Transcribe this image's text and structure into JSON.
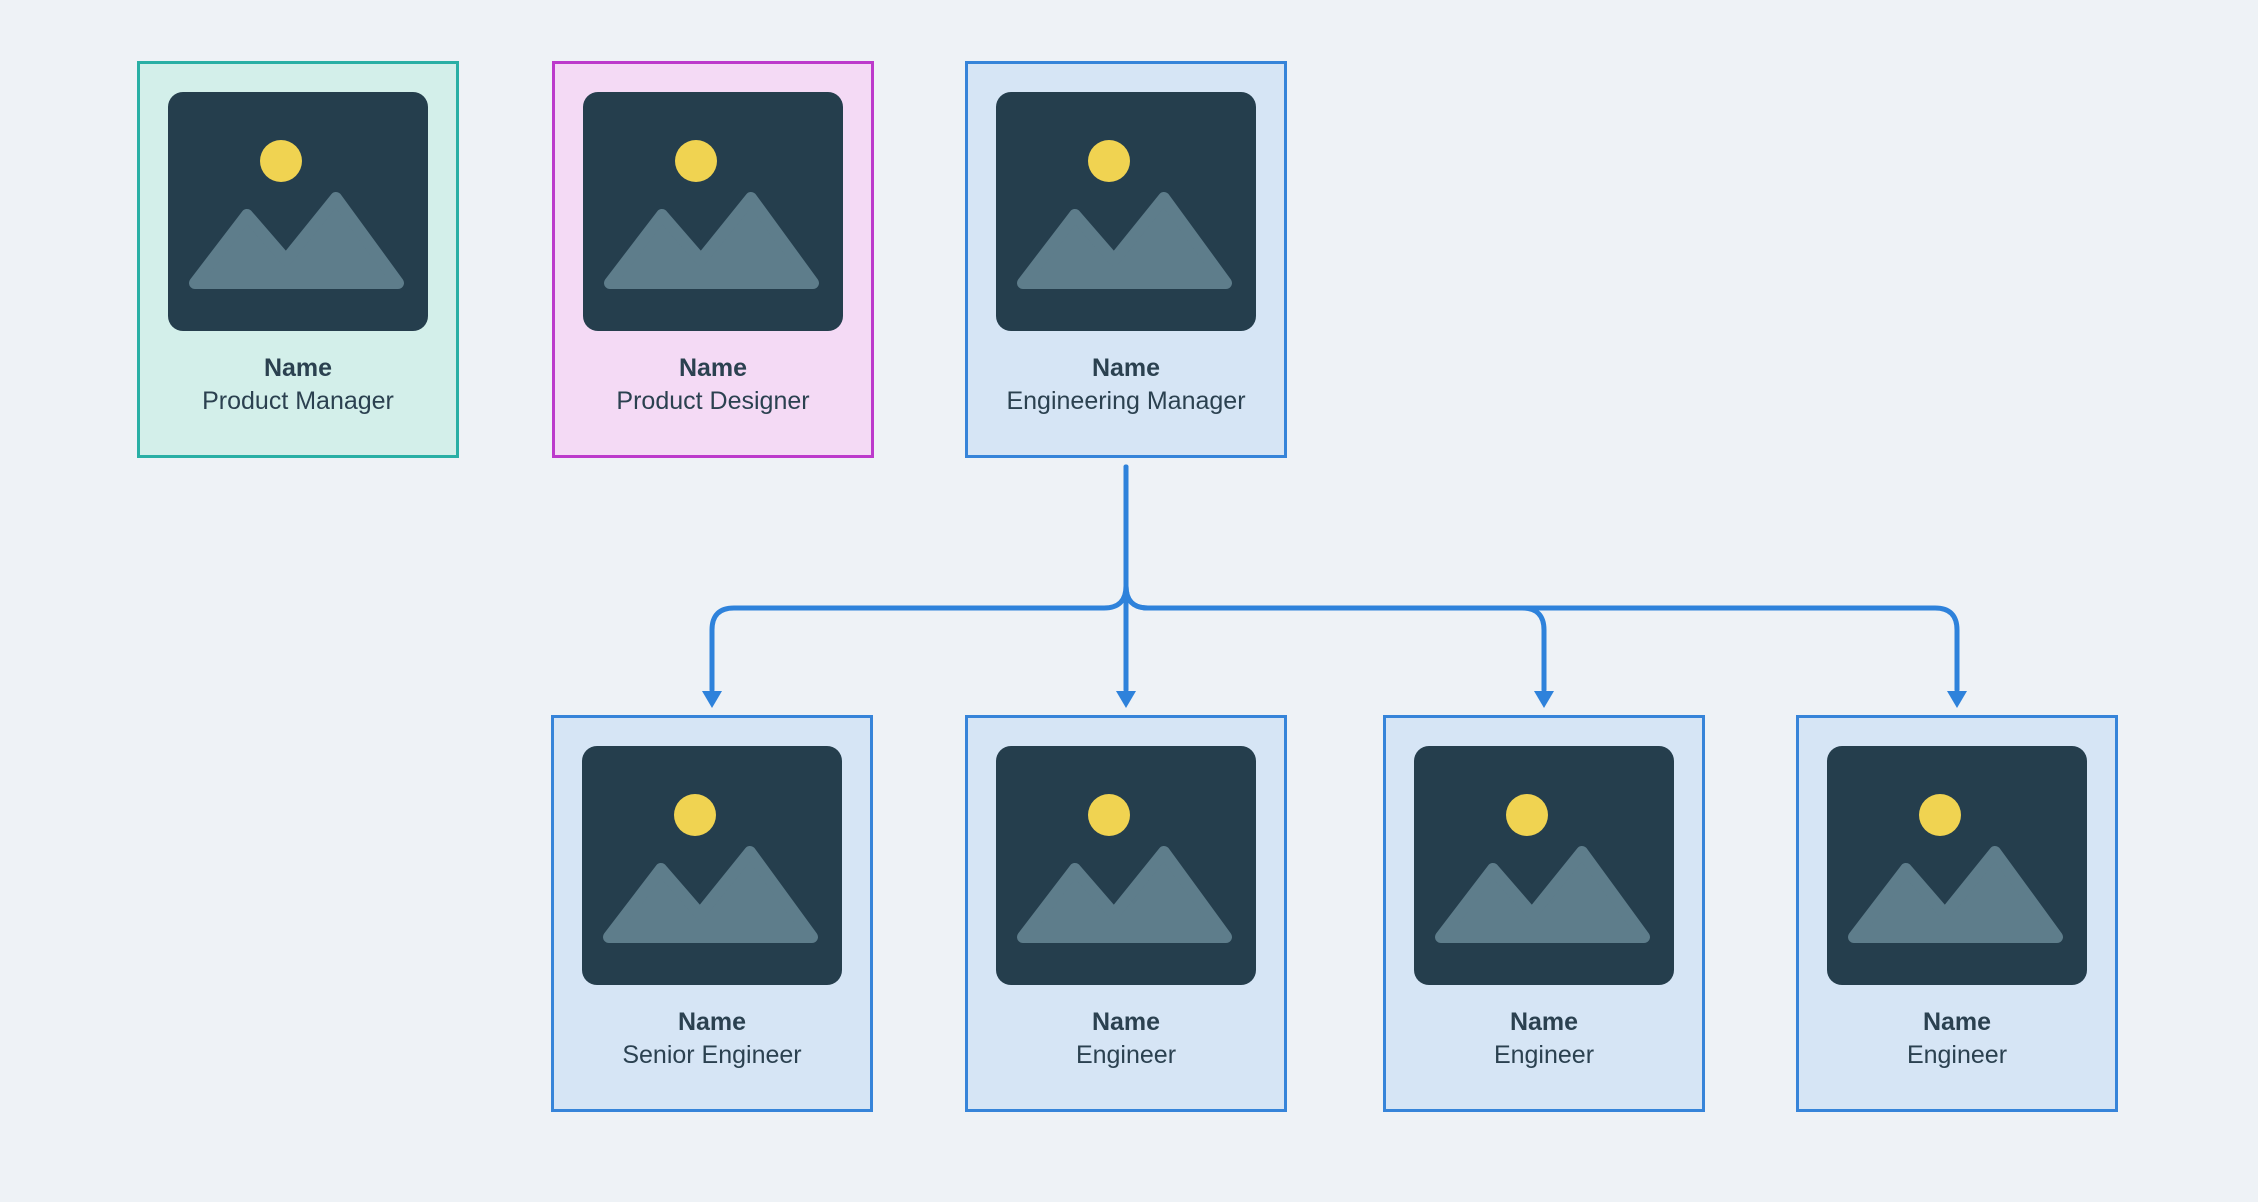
{
  "colors": {
    "canvas-bg": "#EEF2F6",
    "connector": "#2E82DB",
    "teal-border": "#29AFA5",
    "teal-bg": "#D3EFEA",
    "pink-border": "#BC3ACB",
    "pink-bg": "#F4DAF5",
    "blue-border": "#3684D9",
    "blue-bg": "#D6E5F5",
    "photo-bg": "#253E4D",
    "sun": "#F0D351",
    "mountain": "#5E7D8B",
    "text": "#2B4150"
  },
  "cards": [
    {
      "name": "Name",
      "role": "Product Manager",
      "theme": "teal"
    },
    {
      "name": "Name",
      "role": "Product Designer",
      "theme": "pink"
    },
    {
      "name": "Name",
      "role": "Engineering Manager",
      "theme": "blue"
    },
    {
      "name": "Name",
      "role": "Senior Engineer",
      "theme": "blue"
    },
    {
      "name": "Name",
      "role": "Engineer",
      "theme": "blue"
    },
    {
      "name": "Name",
      "role": "Engineer",
      "theme": "blue"
    },
    {
      "name": "Name",
      "role": "Engineer",
      "theme": "blue"
    }
  ]
}
